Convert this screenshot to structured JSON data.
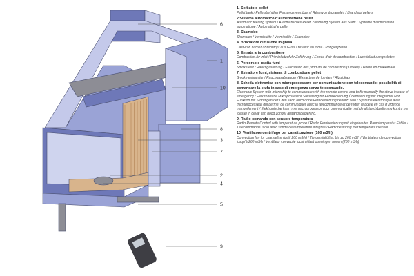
{
  "callouts": [
    "6",
    "1",
    "10",
    "8",
    "3",
    "7",
    "2",
    "4",
    "5",
    "9"
  ],
  "legend": [
    {
      "title": "1. Serbatoio pellet",
      "desc": "Pellet tank / Pelletsbehälter Fassungsvermögen / Réservoir à granulés / Brandstof pellets"
    },
    {
      "title": "2 Sistema automatico d'alimentazione pellet",
      "desc": "Automatic feeding system / Automatisches Pellet Zuführung System aus Stahl / Système d'alimentation automatique / Automatische pellet"
    },
    {
      "title": "3. Skamolex",
      "desc": "Skamolex / Vermiculite / Vermiculite / Skamolex"
    },
    {
      "title": "4. Bruciatore di fusione in ghisa",
      "desc": "Cast-iron burner / Brenntopf aus Guss / Brûleur en fonte / Pot gietijzeren"
    },
    {
      "title": "5. Entrata aria combustione",
      "desc": "Combustion Air inlet / Primärluftzufuhr Zuführung / Entrée d'air de combustion / Luchtinlaat aangesloten"
    },
    {
      "title": "6. Percorso e uscita fumi",
      "desc": "Smoke exit / Rauchgasleitung / Evacuation des produits de combustion (fumées) / Route en rookkanaal"
    },
    {
      "title": "7. Estrattore fumi, sistema di combustione pellet",
      "desc": "Smoke exhauster / Rauchgasabsauger / Extracteur de fumées / Afzuigkap"
    },
    {
      "title": "8. Scheda elettronica con microprocessore per comunicazione con telecomando: possibilità di comandare la stufa in caso di emergenza senza telecomando.",
      "desc": "Electronic System with microship to communicate with the remote control and to fix manually the stove in case of emergency / Elektronische Mikroprozessor Steuerung für Fernbedienung Überwachung mit integrierter Not Funktion bei Störungen der Ofen kann auch ohne Fernbedienung benutzt sein / Système électronique avec microprocesseur qui permet de communiquer avec la télécommande et de régler le poêle en cas d'urgence manuellement / Elektronische kaart met microprocessor voor communicatie met de afstandsbediening kunt u het toestel in geval van nood zonder afstandsbediening."
    },
    {
      "title": "9. Radio comando con sensore temperatura",
      "desc": "Radio Remote Control with temperature probe / Radio Fernbedienung mit eingebautes Raumtemperatur Fühler / Télécommande radio avec sonde de température intégrée / Radiobesturing met temperatuursensor."
    },
    {
      "title": "10. Ventilatore centrifugo per canalizzazione (160 m3/h)",
      "desc": "Convection fan for channelize (until 260 m3/h) / Tangentiallüfter, bis zu 260 m3/h / Ventilateur de convection jusqu'à 260 m3/h / Ventilator convectie lucht uitlaat openingen boven (260 m3/h)"
    }
  ],
  "colors": {
    "casing": "#9aa3d6",
    "casing_dark": "#6e78b8",
    "casing_light": "#c4c9ea",
    "lining": "#d8b48c",
    "lining_dark": "#b98d60",
    "glass": "#cfd4ee",
    "steel": "#8d8d95",
    "line": "#555555"
  }
}
